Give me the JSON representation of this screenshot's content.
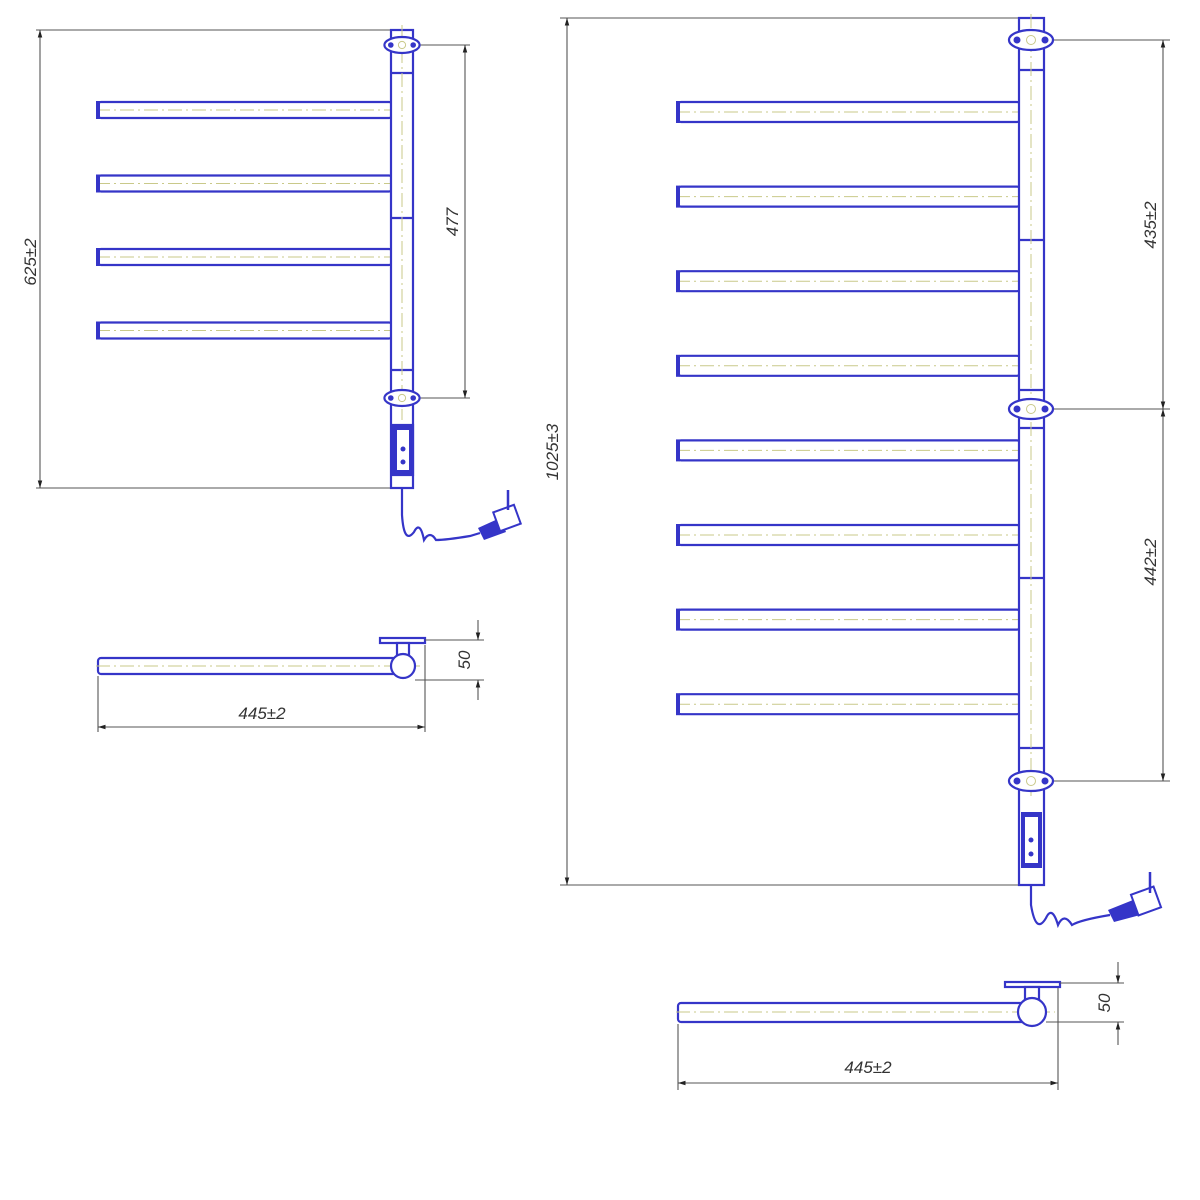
{
  "colors": {
    "outline": "#3535c8",
    "dimension": "#555555",
    "background": "#ffffff"
  },
  "small_rack": {
    "bar_count": 4,
    "height_label": "625±2",
    "mount_spacing_label": "477",
    "side_view": {
      "depth_label": "50",
      "width_label": "445±2"
    }
  },
  "large_rack": {
    "bar_count": 8,
    "height_label": "1025±3",
    "upper_spacing_label": "435±2",
    "lower_spacing_label": "442±2",
    "side_view": {
      "depth_label": "50",
      "width_label": "445±2"
    }
  }
}
